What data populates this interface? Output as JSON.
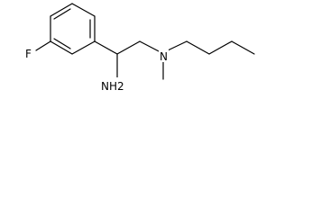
{
  "structure": {
    "atom_labels": {
      "fluorine": "F",
      "amine": "NH2",
      "amine_nitrogen": "N"
    },
    "colors": {
      "bond": "#000000",
      "label": "#000000",
      "background": "#ffffff"
    }
  }
}
